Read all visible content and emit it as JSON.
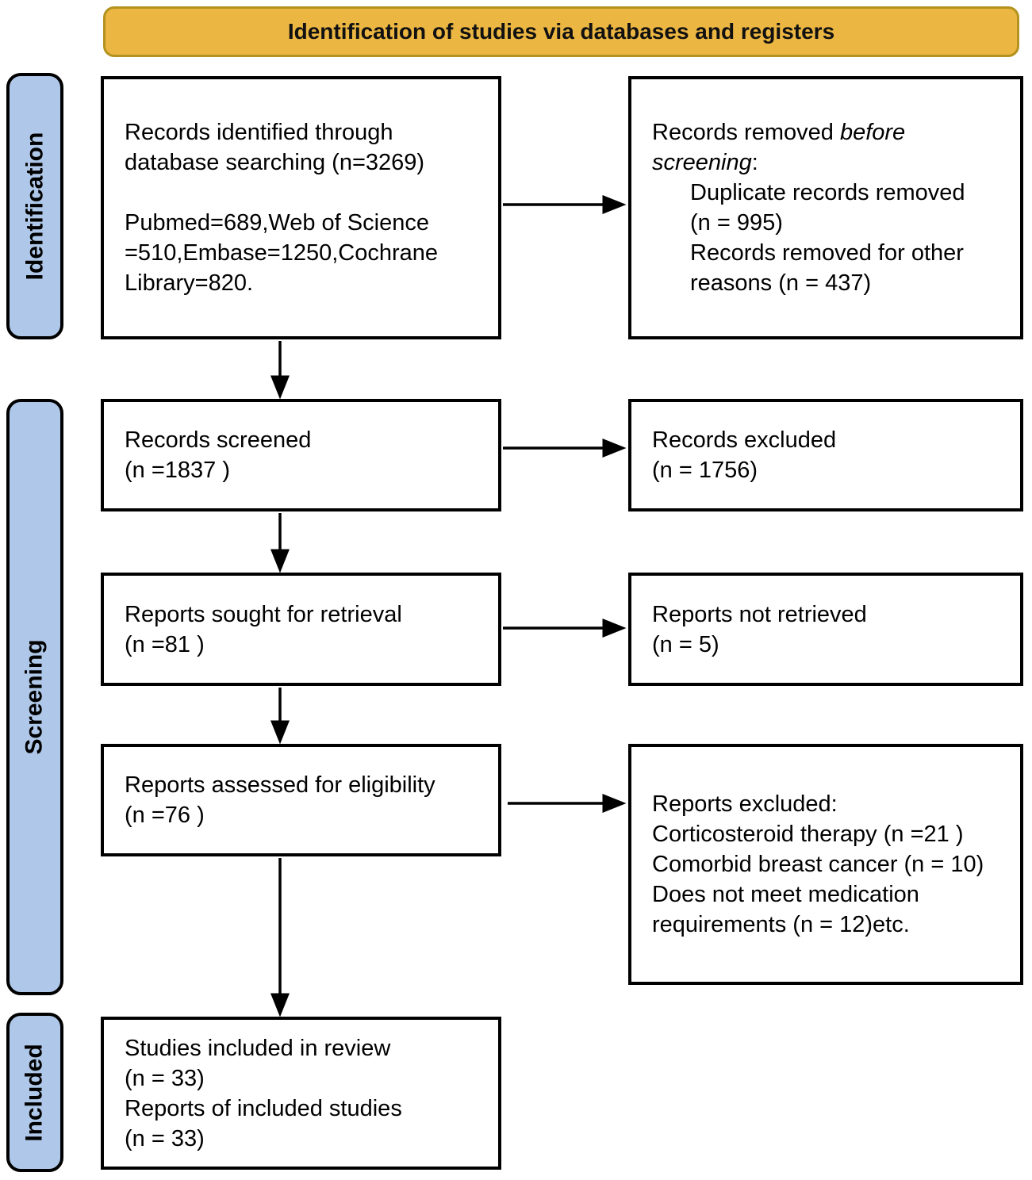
{
  "title_banner": "Identification of studies via databases and registers",
  "colors": {
    "banner_fill": "#EBB642",
    "banner_border": "#B3921F",
    "stage_fill": "#AFC8E9"
  },
  "stages": {
    "identification": "Identification",
    "screening": "Screening",
    "included": "Included"
  },
  "boxes": {
    "identified": {
      "para1": [
        "Records identified through",
        "database searching (n=3269)"
      ],
      "para2": [
        "Pubmed=689,Web of Science",
        "=510,Embase=1250,Cochrane",
        "Library=820."
      ]
    },
    "removed": {
      "lead_normal": "Records removed ",
      "lead_italic_1": "before",
      "lead_italic_2": "screening",
      "lead_colon": ":",
      "items": [
        "Duplicate records removed",
        "(n = 995)",
        "Records removed for other",
        "reasons (n = 437)"
      ]
    },
    "screened": {
      "lines": [
        "Records screened",
        "(n =1837 )"
      ]
    },
    "records_excluded": {
      "lines": [
        "Records excluded",
        "(n = 1756)"
      ]
    },
    "sought": {
      "lines": [
        "Reports sought for retrieval",
        "(n =81 )"
      ]
    },
    "not_retrieved": {
      "lines": [
        "Reports not retrieved",
        "(n = 5)"
      ]
    },
    "assessed": {
      "lines": [
        "Reports assessed for eligibility",
        "(n =76 )"
      ]
    },
    "reports_excluded": {
      "lines": [
        "Reports excluded:",
        "Corticosteroid therapy (n =21 )",
        "Comorbid breast cancer (n = 10)",
        "Does not meet medication",
        "requirements (n = 12)etc."
      ]
    },
    "included_studies": {
      "lines": [
        "Studies included in review",
        "(n = 33)",
        "Reports of included studies",
        "(n = 33)"
      ]
    }
  }
}
